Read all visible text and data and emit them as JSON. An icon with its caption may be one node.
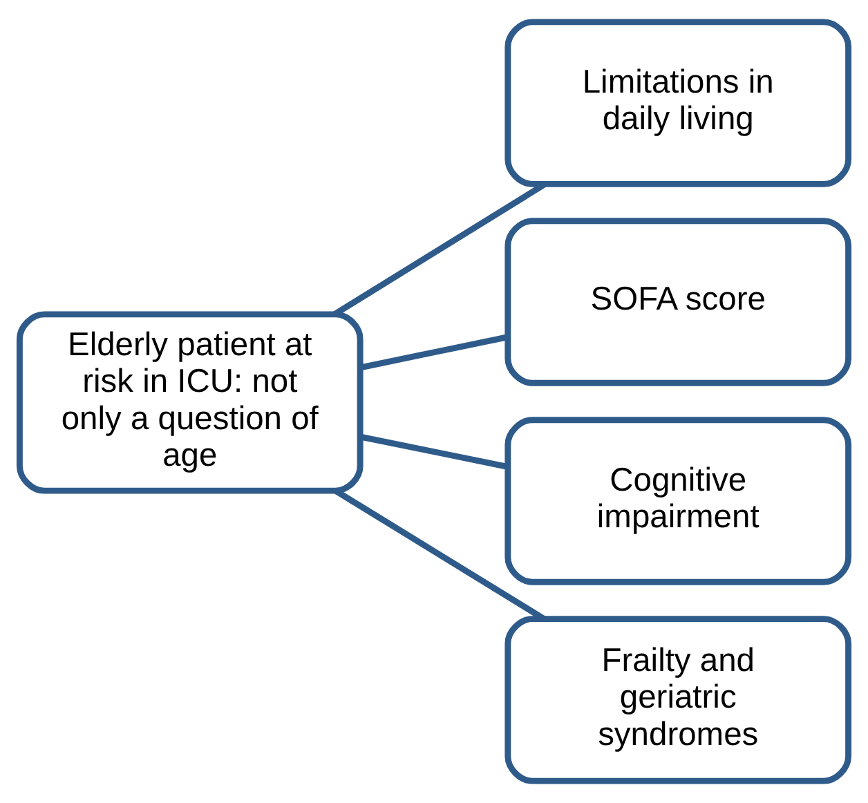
{
  "diagram": {
    "nodes": [
      {
        "text": [
          "Elderly patient at risk in ICU: not only a question of age"
        ]
      },
      {
        "text": [
          "Limitations in daily living"
        ]
      },
      {
        "text": [
          "SOFA score"
        ]
      },
      {
        "text": [
          "Cognitive impairment"
        ]
      },
      {
        "text": [
          "Frailty and geriatric syndromes"
        ]
      }
    ],
    "edges": [
      {
        "from": 0,
        "to": 1,
        "arrow": "none"
      },
      {
        "from": 0,
        "to": 2,
        "arrow": "none"
      },
      {
        "from": 0,
        "to": 3,
        "arrow": "none"
      },
      {
        "from": 0,
        "to": 4,
        "arrow": "none"
      }
    ]
  }
}
